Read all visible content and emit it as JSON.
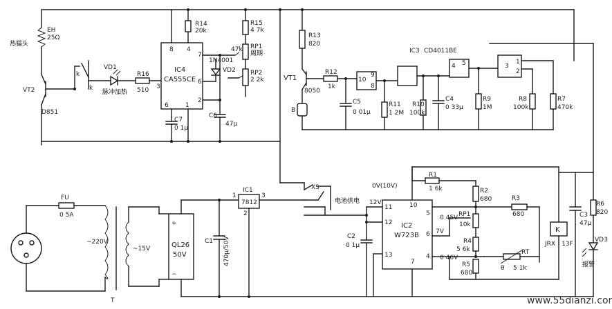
{
  "labels": {
    "heater_head": "热猫头",
    "eh": "EH",
    "eh_val": "25Ω",
    "vt2": "VT2",
    "d851": "D851",
    "k_switch": "k",
    "k_contact": "k",
    "vd1": "VD1",
    "vd1_note": "脉冲加热",
    "r16": "R16",
    "r16_val": "510",
    "r14": "R14",
    "r14_val": "20k",
    "ic4": "IC4",
    "ic4_part": "CA555CE",
    "r15": "R15",
    "r15_val": "4 7k",
    "rp1": "RP1",
    "rp1_note": "周期",
    "n47k": "47k",
    "n4001": "1N4001",
    "vd2": "VD2",
    "rp2": "RP2",
    "rp2_val": "2 2k",
    "c7": "C7",
    "c7_val": "0 1μ",
    "c6": "C6",
    "c6_val": "47μ",
    "pin8": "8",
    "pin4": "4",
    "pin7": "7",
    "pin3": "3",
    "pin6": "6",
    "pin1": "1",
    "pin2": "2",
    "pin5": "6",
    "r13": "R13",
    "r13_val": "820",
    "vt1": "VT1",
    "vt1_part": "8050",
    "b": "B",
    "r12": "R12",
    "r12_val": "1k",
    "ic3": "IC3",
    "ic3_part": "CD4011BE",
    "g10": "10",
    "g9": "9",
    "g8": "8",
    "g4": "4",
    "g5": "5",
    "g3": "3",
    "g1": "1",
    "g2": "2",
    "c5": "C5",
    "c5_val": "0 01μ",
    "r11": "R11",
    "r11_val": "1 2M",
    "r10": "R10",
    "r10_val": "100k",
    "c4": "C4",
    "c4_val": "0 33μ",
    "r9": "R9",
    "r9_val": "1M",
    "r8": "R8",
    "r8_val": "100k",
    "r7": "R7",
    "r7_val": "470k",
    "fu": "FU",
    "fu_val": "0 5A",
    "ac220": "~220V",
    "t": "T",
    "ac15": "~15V",
    "ql26": "QL26",
    "ql26_val": "50V",
    "c1": "C1",
    "c1_val": "470μ/50V",
    "ic1": "IC1",
    "ic1_part": "7812",
    "ic1_p1": "1",
    "ic1_p2": "2",
    "ic1_p3": "3",
    "xs": "XS",
    "battery": "电池供电",
    "v12": "12V",
    "ov": "0V(10V)",
    "r1": "R1",
    "r1_val": "1 6k",
    "r2": "R2",
    "r2_val": "680",
    "r3": "R3",
    "r3_val": "680",
    "ic2": "IC2",
    "ic2_part": "W723B",
    "p10": "10",
    "p11": "11",
    "p12": "12",
    "p13": "13",
    "p5": "5",
    "p6": "6",
    "p4": "4",
    "p7": "7",
    "v045": "0 45V",
    "v7": "7V",
    "v046": "0 46V",
    "c2": "C2",
    "c2_val": "0 1μ",
    "rp1b": "RP1",
    "rp1b_val": "10k",
    "r4": "R4",
    "r4_val": "5 6k",
    "r5": "R5",
    "r5_val": "680",
    "rt": "RT",
    "rt_val": "5 1k",
    "theta": "θ",
    "k_relay": "K",
    "jrx": "JRX",
    "jrx_val": "13F",
    "c3": "C3",
    "c3_val": "47μ",
    "r6": "R6",
    "r6_val": "820",
    "vd3": "VD3",
    "vd3_note": "报警",
    "watermark": "www.55dianzi.com"
  }
}
